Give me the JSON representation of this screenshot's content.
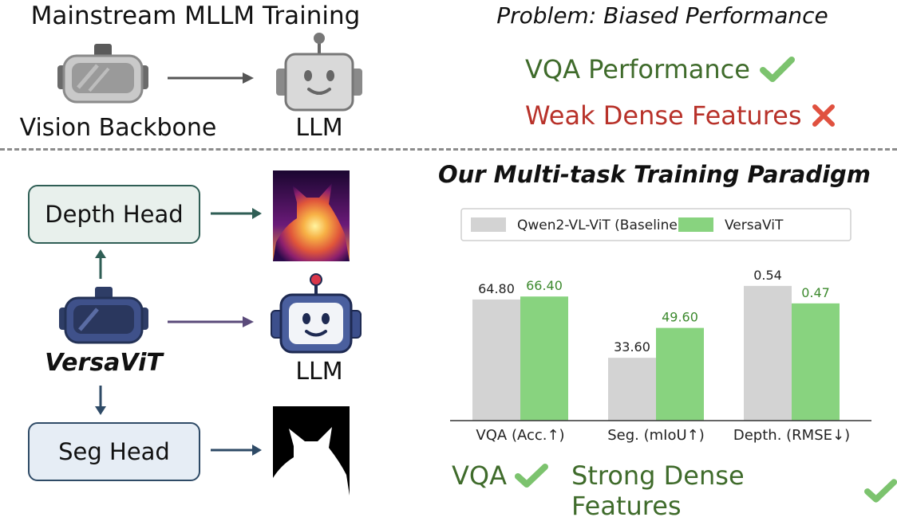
{
  "top": {
    "title": "Mainstream MLLM Training",
    "vision_label": "Vision Backbone",
    "llm_label": "LLM"
  },
  "problem": {
    "title": "Problem:  Biased Performance",
    "good": "VQA Performance",
    "bad": "Weak Dense Features"
  },
  "bottom": {
    "depth_head": "Depth Head",
    "seg_head": "Seg Head",
    "model_name": "VersaViT",
    "llm_label": "LLM",
    "paradigm_title": "Our Multi-task Training Paradigm",
    "result_vqa": "VQA",
    "result_dense": "Strong Dense Features"
  },
  "colors": {
    "good_green": "#3f6b2b",
    "bad_red": "#b8322a",
    "check": "#7cc36e",
    "baseline_bar": "#d3d3d3",
    "versavit_bar": "#88d37f",
    "versavit_label": "#3d8a2e"
  },
  "icons": [
    "vr-headset-icon",
    "robot-icon",
    "check-icon",
    "cross-icon",
    "arrow-icon"
  ],
  "chart_data": {
    "type": "bar",
    "categories": [
      "VQA (Acc.↑)",
      "Seg. (mIoU↑)",
      "Depth. (RMSE↓)"
    ],
    "series": [
      {
        "name": "Qwen2-VL-ViT (Baseline)",
        "values": [
          64.8,
          33.6,
          0.54
        ],
        "labels": [
          "64.80",
          "33.60",
          "0.54"
        ]
      },
      {
        "name": "VersaViT",
        "values": [
          66.4,
          49.6,
          0.47
        ],
        "labels": [
          "66.40",
          "49.60",
          "0.47"
        ]
      }
    ],
    "legend": "top",
    "grid": false
  }
}
